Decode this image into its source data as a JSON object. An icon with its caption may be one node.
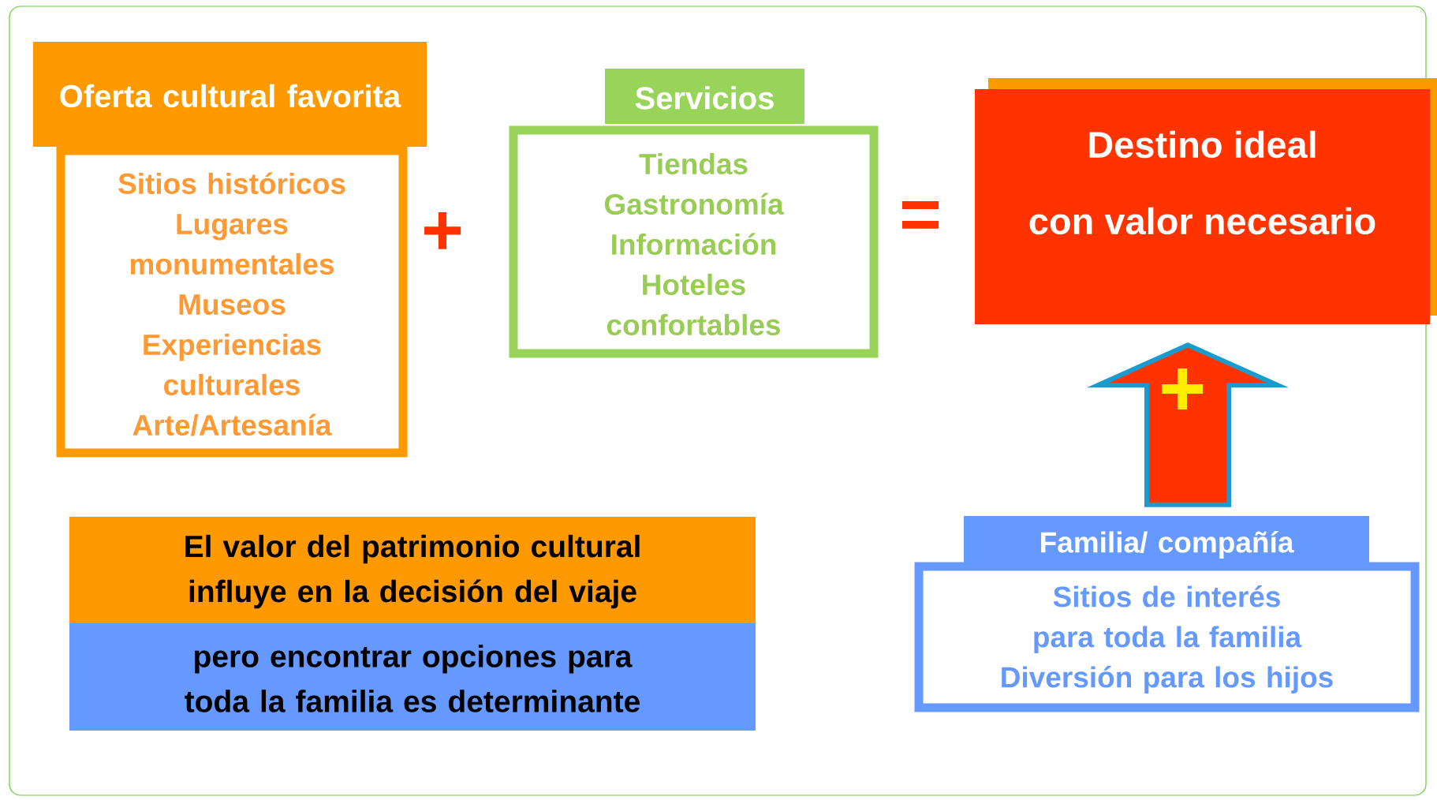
{
  "diagram": {
    "nodes": [
      {
        "text": [
          "Oferta cultural favorita",
          "Sitios históricos",
          "Lugares monumentales",
          "Museos",
          "Experiencias culturales",
          "Arte/Artesanía"
        ]
      },
      {
        "text": [
          "Servicios",
          "Tiendas",
          "Gastronomía",
          "Información",
          "Hoteles confortables"
        ]
      },
      {
        "text": [
          "Destino ideal",
          "con valor necesario"
        ]
      },
      {
        "text": [
          "El valor del patrimonio cultural influye en la decisión del viaje"
        ]
      },
      {
        "text": [
          "pero encontrar opciones para toda la familia es determinante"
        ]
      },
      {
        "text": [
          "Familia/ compañía",
          "Sitios de interés para toda la familia",
          "Diversión para los hijos"
        ]
      }
    ],
    "edges": [
      {
        "from": 5,
        "to": 2,
        "arrow": "to"
      }
    ],
    "labels": [
      "+",
      "="
    ]
  }
}
